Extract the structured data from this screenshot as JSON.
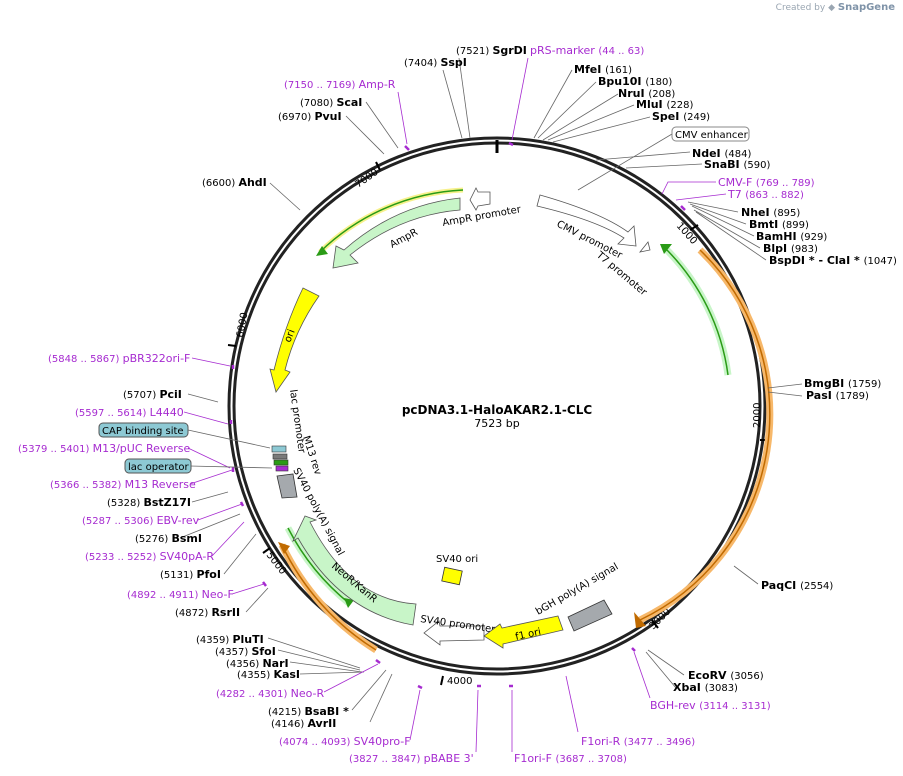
{
  "watermark": {
    "prefix": "Created by",
    "brand": "SnapGene"
  },
  "plasmid": {
    "name": "pcDNA3.1-HaloAKAR2.1-CLC",
    "size_label": "7523 bp",
    "length": 7523
  },
  "ticks": [
    "1000",
    "2000",
    "3000",
    "4000",
    "5000",
    "6000",
    "7000"
  ],
  "sites": [
    {
      "name": "SgrDI",
      "pos": "(7521)",
      "bold": true
    },
    {
      "name": "SspI",
      "pos": "(7404)",
      "bold": true
    },
    {
      "name": "pRS-marker",
      "pos": "(44 .. 63)",
      "primer": true
    },
    {
      "name": "MfeI",
      "pos": "(161)",
      "bold": true
    },
    {
      "name": "Bpu10I",
      "pos": "(180)",
      "bold": true
    },
    {
      "name": "NruI",
      "pos": "(208)",
      "bold": true
    },
    {
      "name": "MluI",
      "pos": "(228)",
      "bold": true
    },
    {
      "name": "SpeI",
      "pos": "(249)",
      "bold": true
    },
    {
      "name": "Amp-R",
      "pos": "(7150 .. 7169)",
      "primer": true
    },
    {
      "name": "ScaI",
      "pos": "(7080)",
      "bold": true
    },
    {
      "name": "PvuI",
      "pos": "(6970)",
      "bold": true
    },
    {
      "name": "NdeI",
      "pos": "(484)",
      "bold": true
    },
    {
      "name": "SnaBI",
      "pos": "(590)",
      "bold": true
    },
    {
      "name": "AhdI",
      "pos": "(6600)",
      "bold": true
    },
    {
      "name": "CMV-F",
      "pos": "(769 .. 789)",
      "primer": true
    },
    {
      "name": "T7",
      "pos": "(863 .. 882)",
      "primer": true
    },
    {
      "name": "NheI",
      "pos": "(895)",
      "bold": true
    },
    {
      "name": "BmtI",
      "pos": "(899)",
      "bold": true
    },
    {
      "name": "BamHI",
      "pos": "(929)",
      "bold": true
    },
    {
      "name": "BlpI",
      "pos": "(983)",
      "bold": true
    },
    {
      "name": "BspDI * - ClaI *",
      "pos": "(1047)",
      "bold": true
    },
    {
      "name": "pBR322ori-F",
      "pos": "(5848 .. 5867)",
      "primer": true
    },
    {
      "name": "BmgBI",
      "pos": "(1759)",
      "bold": true
    },
    {
      "name": "PasI",
      "pos": "(1789)",
      "bold": true
    },
    {
      "name": "PciI",
      "pos": "(5707)",
      "bold": true
    },
    {
      "name": "L4440",
      "pos": "(5597 .. 5614)",
      "primer": true
    },
    {
      "name": "M13/pUC Reverse",
      "pos": "(5379 .. 5401)",
      "primer": true
    },
    {
      "name": "M13 Reverse",
      "pos": "(5366 .. 5382)",
      "primer": true
    },
    {
      "name": "BstZ17I",
      "pos": "(5328)",
      "bold": true
    },
    {
      "name": "EBV-rev",
      "pos": "(5287 .. 5306)",
      "primer": true
    },
    {
      "name": "BsmI",
      "pos": "(5276)",
      "bold": true
    },
    {
      "name": "SV40pA-R",
      "pos": "(5233 .. 5252)",
      "primer": true
    },
    {
      "name": "PfoI",
      "pos": "(5131)",
      "bold": true
    },
    {
      "name": "Neo-F",
      "pos": "(4892 .. 4911)",
      "primer": true
    },
    {
      "name": "RsrII",
      "pos": "(4872)",
      "bold": true
    },
    {
      "name": "PaqCI",
      "pos": "(2554)",
      "bold": true
    },
    {
      "name": "PluTI",
      "pos": "(4359)",
      "bold": true
    },
    {
      "name": "SfoI",
      "pos": "(4357)",
      "bold": true
    },
    {
      "name": "NarI",
      "pos": "(4356)",
      "bold": true
    },
    {
      "name": "KasI",
      "pos": "(4355)",
      "bold": true
    },
    {
      "name": "Neo-R",
      "pos": "(4282 .. 4301)",
      "primer": true
    },
    {
      "name": "BsaBI *",
      "pos": "(4215)",
      "bold": true
    },
    {
      "name": "AvrII",
      "pos": "(4146)",
      "bold": true
    },
    {
      "name": "SV40pro-F",
      "pos": "(4074 .. 4093)",
      "primer": true
    },
    {
      "name": "pBABE 3'",
      "pos": "(3827 .. 3847)",
      "primer": true
    },
    {
      "name": "F1ori-F",
      "pos": "(3687 .. 3708)",
      "primer": true
    },
    {
      "name": "F1ori-R",
      "pos": "(3477 .. 3496)",
      "primer": true
    },
    {
      "name": "EcoRV",
      "pos": "(3056)",
      "bold": true
    },
    {
      "name": "XbaI",
      "pos": "(3083)",
      "bold": true
    },
    {
      "name": "BGH-rev",
      "pos": "(3114 .. 3131)",
      "primer": true
    }
  ],
  "boxed_labels": [
    "CMV enhancer",
    "CAP binding site",
    "lac operator"
  ],
  "features": [
    "AmpR promoter",
    "AmpR",
    "CMV promoter",
    "T7 promoter",
    "ori",
    "lac promoter",
    "M13 rev",
    "SV40 poly(A) signal",
    "NeoR/KanR",
    "SV40 ori",
    "SV40 promoter",
    "f1 ori",
    "bGH poly(A) signal"
  ],
  "colors": {
    "primer": "#a62bd0",
    "backbone": "#222222",
    "resistance": "#c8f5c8",
    "ori": "#ffff00",
    "promoter": "#ffffff",
    "orf_orange": "#f7b86a",
    "orf_green": "#2a9b16",
    "polyA": "#a5a9ad",
    "misc_teal": "#8dc9d4"
  }
}
